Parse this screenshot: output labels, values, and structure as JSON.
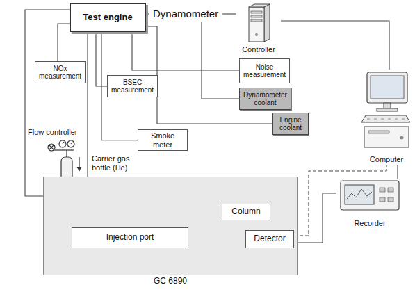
{
  "diagram": {
    "nodes": [
      {
        "text": [
          "Test engine"
        ]
      },
      {
        "text": [
          "Dynamometer"
        ]
      },
      {
        "text": [
          "Controller"
        ]
      },
      {
        "text": [
          "Noise measurement"
        ]
      },
      {
        "text": [
          "Dynamometer coolant"
        ]
      },
      {
        "text": [
          "NOx measurement"
        ]
      },
      {
        "text": [
          "BSEC measurement"
        ]
      },
      {
        "text": [
          "Engine coolant"
        ]
      },
      {
        "text": [
          "Smoke meter"
        ]
      },
      {
        "text": [
          "Computer"
        ]
      },
      {
        "text": [
          "Recorder"
        ]
      },
      {
        "text": [
          "GC 6890"
        ]
      },
      {
        "text": [
          "Injection port"
        ],
        "in": 11
      },
      {
        "text": [
          "Column"
        ],
        "in": 11
      },
      {
        "text": [
          "Detector"
        ],
        "in": 11
      }
    ],
    "edges": [
      {
        "from": 0,
        "to": 1,
        "arrow": "none"
      },
      {
        "from": 1,
        "to": 2,
        "arrow": "none"
      },
      {
        "from": 2,
        "to": 9,
        "arrow": "none"
      },
      {
        "from": 0,
        "to": 3,
        "arrow": "none"
      },
      {
        "from": 1,
        "to": 4,
        "arrow": "none"
      },
      {
        "from": 0,
        "to": 5,
        "arrow": "none"
      },
      {
        "from": 0,
        "to": 6,
        "arrow": "none"
      },
      {
        "from": 0,
        "to": 7,
        "arrow": "none"
      },
      {
        "from": 0,
        "to": 8,
        "arrow": "none"
      },
      {
        "from": 0,
        "to": 11,
        "arrow": "none"
      },
      {
        "from": 0,
        "to": 12,
        "arrow": "none"
      },
      {
        "from": 12,
        "to": 13,
        "arrow": "none"
      },
      {
        "from": 13,
        "to": 14,
        "arrow": "none"
      },
      {
        "from": 14,
        "to": 9,
        "arrow": "none"
      },
      {
        "from": 14,
        "to": 10,
        "arrow": "none"
      },
      {
        "from": 9,
        "to": 10,
        "arrow": "none"
      }
    ],
    "labels": [
      "Flow controller",
      "Carrier gas bottle (He)"
    ]
  }
}
